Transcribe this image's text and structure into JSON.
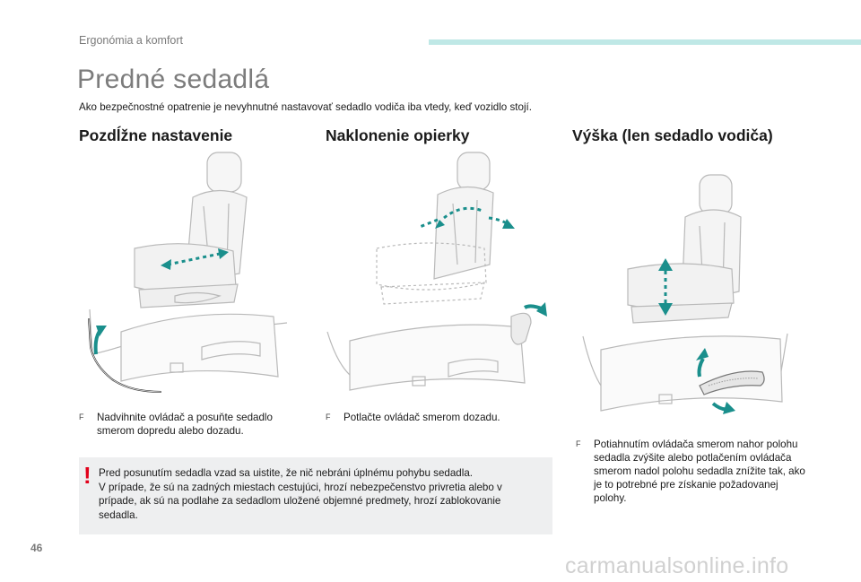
{
  "header": {
    "section": "Ergonómia a komfort",
    "accent_color": "#bfe8e6"
  },
  "title": "Predné sedadlá",
  "intro": "Ako bezpečnostné opatrenie je nevyhnutné nastavovať sedadlo vodiča iba vtedy, keď vozidlo stojí.",
  "columns": [
    {
      "heading": "Pozdĺžne nastavenie",
      "bullet_mark": "F",
      "bullet_text": "Nadvihnite ovládač a posuňte sedadlo smerom dopredu alebo dozadu.",
      "illustration_icon": "seat-longitudinal-adjustment-icon"
    },
    {
      "heading": "Naklonenie opierky",
      "bullet_mark": "F",
      "bullet_text": "Potlačte ovládač smerom dozadu.",
      "illustration_icon": "seat-backrest-tilt-icon"
    },
    {
      "heading": "Výška (len sedadlo vodiča)",
      "bullet_mark": "F",
      "bullet_text": "Potiahnutím ovládača smerom nahor polohu sedadla zvýšite alebo potlačením ovládača smerom nadol polohu sedadla znížite tak, ako je to potrebné pre získanie požadovanej polohy.",
      "illustration_icon": "seat-height-adjustment-icon"
    }
  ],
  "warning": {
    "mark": "!",
    "line1": "Pred posunutím sedadla vzad sa uistite, že nič nebráni úplnému pohybu sedadla.",
    "line2": "V prípade, že sú na zadných miestach cestujúci, hrozí nebezpečenstvo privretia alebo v prípade, ak sú na podlahe za sedadlom uložené objemné predmety, hrozí zablokovanie sedadla.",
    "color": "#e2001a"
  },
  "page_number": "46",
  "watermark": "carmanualsonline.info",
  "arrow_color": "#1a8f8c"
}
